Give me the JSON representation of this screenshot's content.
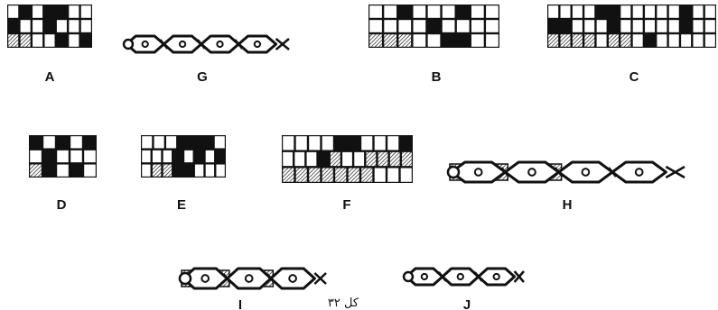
{
  "figure": {
    "caption": "كل ٣٢",
    "colors": {
      "ink": "#111111",
      "paper": "#ffffff"
    }
  },
  "grids": [
    {
      "label": "A",
      "rows": [
        "0101100",
        "1001000",
        "2200101"
      ]
    },
    {
      "label": "B",
      "rows": [
        "001000100",
        "000010000",
        "222001100"
      ]
    },
    {
      "label": "C",
      "rows": [
        "00001100000100",
        "11000100000100",
        "22220220100000"
      ]
    },
    {
      "label": "D",
      "rows": [
        "10101",
        "01000",
        "21010"
      ]
    },
    {
      "label": "E",
      "rows": [
        "0001110",
        "00010101",
        "02211000"
      ]
    },
    {
      "label": "F",
      "rows": [
        "0000110001",
        "00012002222",
        "2222222000"
      ]
    }
  ],
  "chains": [
    {
      "label": "G",
      "links": 4,
      "covered": 0,
      "cover_first": 0
    },
    {
      "label": "H",
      "links": 4,
      "covered": 2,
      "cover_first": 1
    },
    {
      "label": "I",
      "links": 3,
      "covered": 2,
      "cover_first": 1
    },
    {
      "label": "J",
      "links": 3,
      "covered": 0,
      "cover_first": 0
    }
  ]
}
